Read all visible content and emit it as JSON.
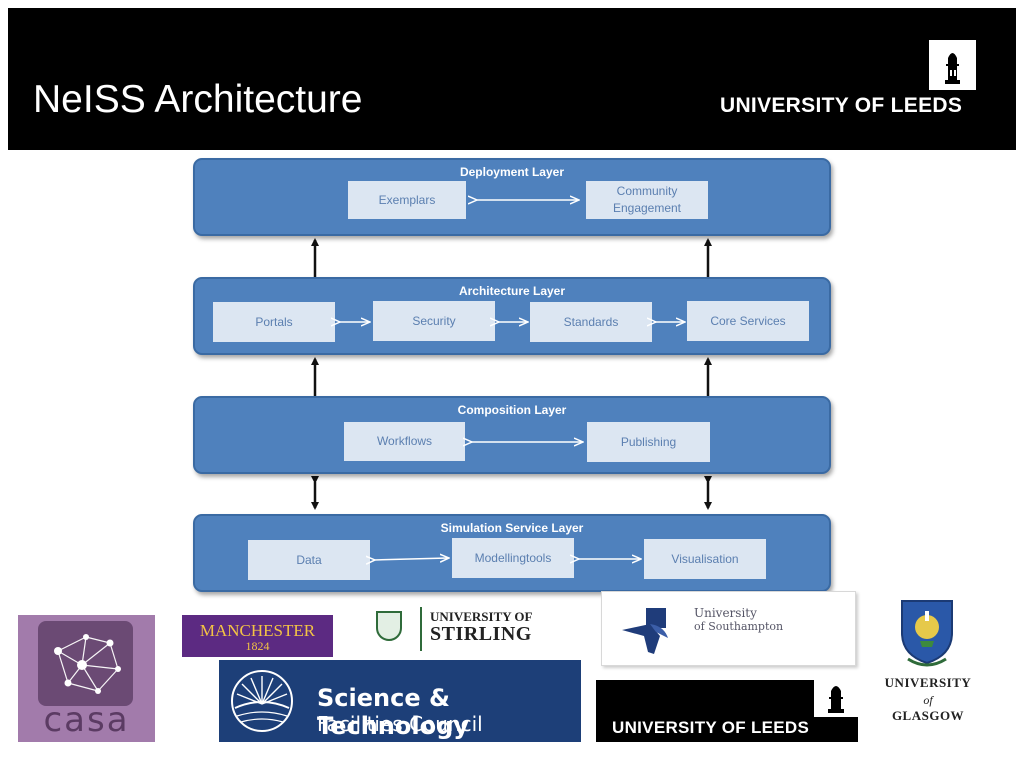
{
  "header": {
    "title": "NeISS Architecture",
    "university": "UNIVERSITY OF LEEDS"
  },
  "layers": [
    {
      "title": "Deployment Layer",
      "boxes": [
        "Exemplars",
        "Community Engagement"
      ]
    },
    {
      "title": "Architecture Layer",
      "boxes": [
        "Portals",
        "Security",
        "Standards",
        "Core Services"
      ]
    },
    {
      "title": "Composition Layer",
      "boxes": [
        "Workflows",
        "Publishing"
      ]
    },
    {
      "title": "Simulation Service Layer",
      "boxes": [
        "Data",
        "Modellingtools",
        "Visualisation"
      ]
    }
  ],
  "colors": {
    "layer_fill": "#4f81bd",
    "box_fill": "#dce6f2",
    "box_text": "#5b7fb0",
    "header_bg": "#000000"
  },
  "logos": {
    "casa": "casa",
    "manchester": {
      "name": "MANCHESTER",
      "year": "1824"
    },
    "stirling": {
      "line1": "UNIVERSITY OF",
      "line2": "STIRLING"
    },
    "southampton": {
      "line1": "University",
      "line2": "of Southampton"
    },
    "glasgow": {
      "line1": "UNIVERSITY",
      "line2": "of",
      "line3": "GLASGOW"
    },
    "stfc": {
      "line1": "Science & Technology",
      "line2": "Facilities Council"
    },
    "leeds": "UNIVERSITY OF LEEDS"
  }
}
